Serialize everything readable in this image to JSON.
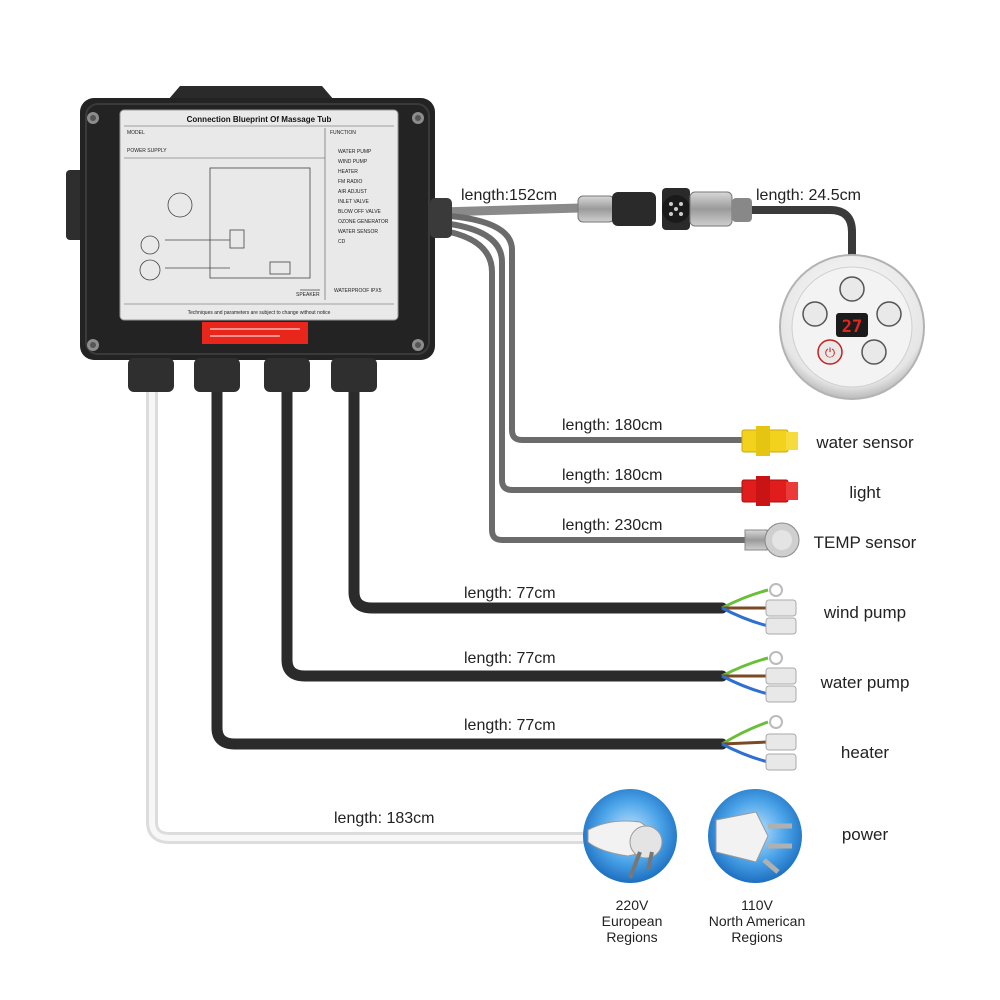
{
  "control_box": {
    "blueprint_title": "Connection Blueprint Of Massage Tub",
    "footer_note": "Techniques and parameters are subject to change without notice",
    "waterproof": "WATERPROOF  IPX5",
    "model_label": "MODEL",
    "function_label": "FUNCTION",
    "power_supply_label": "POWER SUPPLY",
    "function_items": [
      "WATER PUMP",
      "WIND PUMP",
      "HEATER",
      "FM RADIO",
      "AIR ADJUST",
      "INLET VALVE",
      "BLOW OFF VALVE",
      "OZONE GENERATOR",
      "WATER SENSOR",
      "CD"
    ],
    "speaker_label": "SPEAKER"
  },
  "control_panel": {
    "display_value": "27"
  },
  "cables": {
    "panel_main": "length:152cm",
    "panel_plug": "length: 24.5cm",
    "water_sensor": "length: 180cm",
    "light": "length: 180cm",
    "temp_sensor": "length: 230cm",
    "wind_pump": "length: 77cm",
    "water_pump": "length: 77cm",
    "heater": "length: 77cm",
    "power": "length: 183cm"
  },
  "devices": {
    "water_sensor": "water sensor",
    "light": "light",
    "temp_sensor": "TEMP sensor",
    "wind_pump": "wind pump",
    "water_pump": "water pump",
    "heater": "heater",
    "power": "power"
  },
  "plugs": {
    "eu": {
      "voltage": "220V",
      "line1": "European",
      "line2": "Regions"
    },
    "us": {
      "voltage": "110V",
      "line1": "North American",
      "line2": "Regions"
    }
  },
  "colors": {
    "cable_dark": "#2b2b2b",
    "cable_white": "#e6e6e6",
    "box": "#232323",
    "sensor_yellow": "#f2d21c",
    "light_red": "#e01c1c",
    "display_red": "#e0261e",
    "plug_blue": "#2c8fdc"
  }
}
